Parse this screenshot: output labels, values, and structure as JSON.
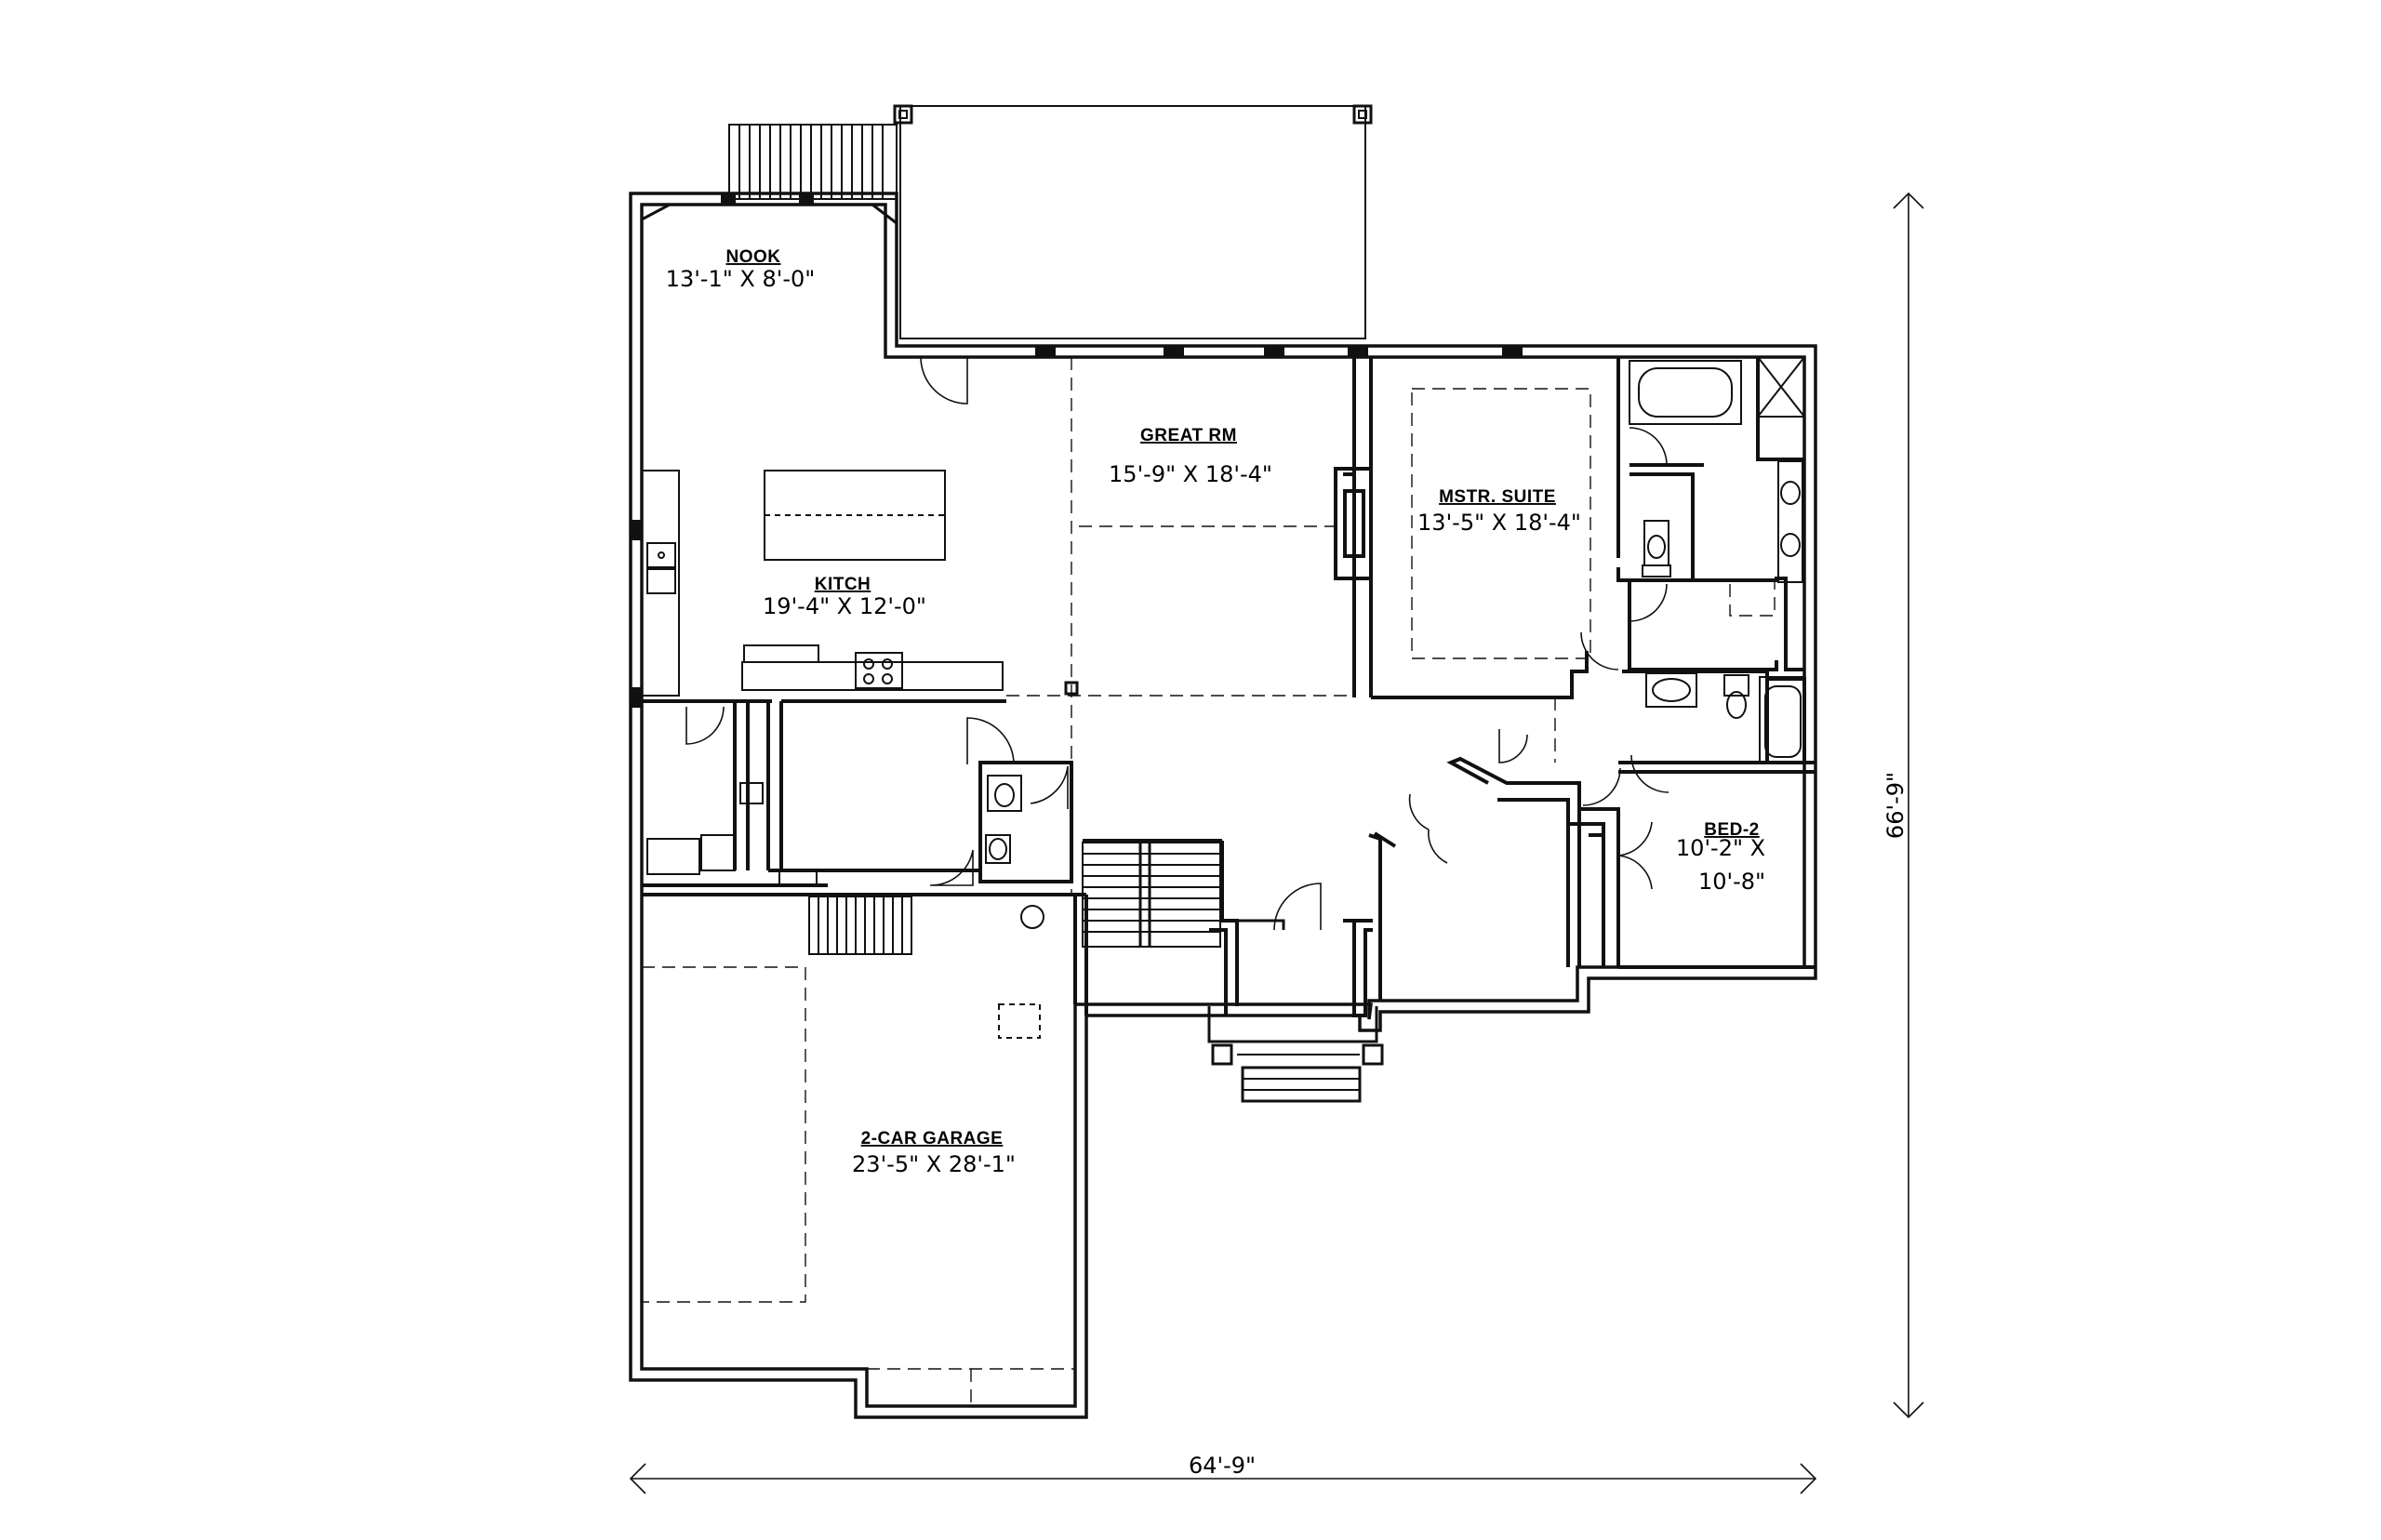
{
  "rooms": {
    "nook": {
      "name": "NOOK",
      "dims": "13'-1\" X 8'-0\""
    },
    "great": {
      "name": "GREAT RM",
      "dims": "15'-9\" X 18'-4\""
    },
    "mstr": {
      "name": "MSTR. SUITE",
      "dims": "13'-5\" X 18'-4\""
    },
    "kitch": {
      "name": "KITCH",
      "dims": "19'-4\" X 12'-0\""
    },
    "bed2": {
      "name": "BED-2",
      "dims_line1": "10'-2\" X",
      "dims_line2": "10'-8\""
    },
    "garage": {
      "name": "2-CAR GARAGE",
      "dims": "23'-5\" X 28'-1\""
    }
  },
  "dimensions": {
    "width": "64'-9\"",
    "depth": "66'-9\""
  }
}
